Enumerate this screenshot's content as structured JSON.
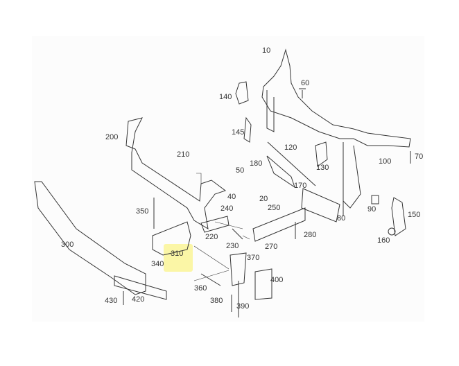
{
  "diagram": {
    "highlighted_part": "310",
    "labels": [
      "10",
      "60",
      "140",
      "145",
      "200",
      "120",
      "210",
      "180",
      "130",
      "100",
      "70",
      "50",
      "40",
      "20",
      "170",
      "240",
      "250",
      "350",
      "90",
      "80",
      "150",
      "220",
      "230",
      "280",
      "270",
      "160",
      "300",
      "310",
      "340",
      "370",
      "400",
      "360",
      "380",
      "390",
      "430",
      "420"
    ]
  }
}
